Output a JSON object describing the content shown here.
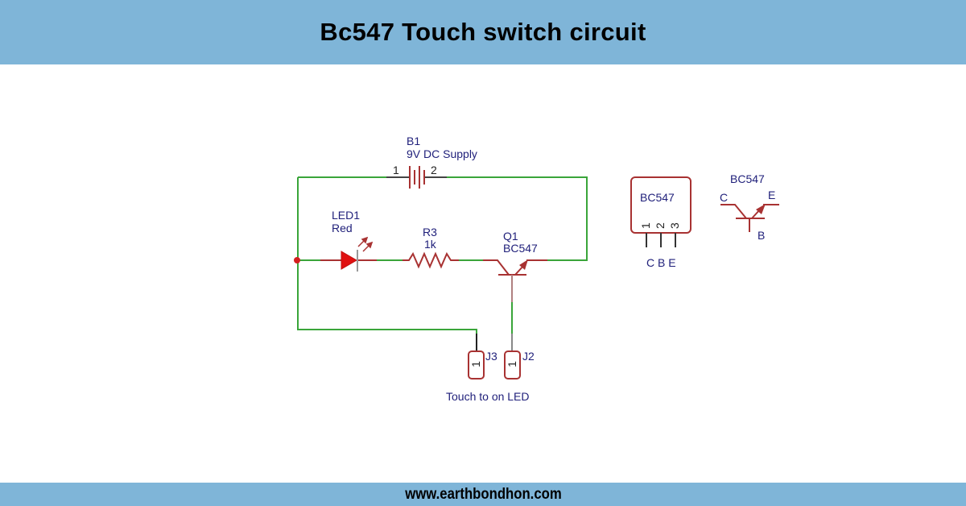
{
  "header": {
    "title": "Bc547 Touch switch circuit"
  },
  "footer": {
    "website": "www.earthbondhon.com"
  },
  "colors": {
    "banner": "#7fb5d8",
    "wire": "#3aa53a",
    "component": "#a83232",
    "led_fill": "#e01010",
    "label_text": "#1f1f7a"
  },
  "schematic": {
    "battery": {
      "ref": "B1",
      "value": "9V DC Supply",
      "pin1": "1",
      "pin2": "2"
    },
    "led": {
      "ref": "LED1",
      "value": "Red"
    },
    "resistor": {
      "ref": "R3",
      "value": "1k"
    },
    "transistor": {
      "ref": "Q1",
      "value": "BC547"
    },
    "touch_pads": [
      {
        "ref": "J3",
        "pin": "1"
      },
      {
        "ref": "J2",
        "pin": "1"
      }
    ],
    "touch_caption": "Touch to on LED"
  },
  "pinout": {
    "package_label": "BC547",
    "pin_numbers": [
      "1",
      "2",
      "3"
    ],
    "pin_names": "C B E",
    "symbol_label": "BC547",
    "symbol_c": "C",
    "symbol_e": "E",
    "symbol_b": "B"
  }
}
